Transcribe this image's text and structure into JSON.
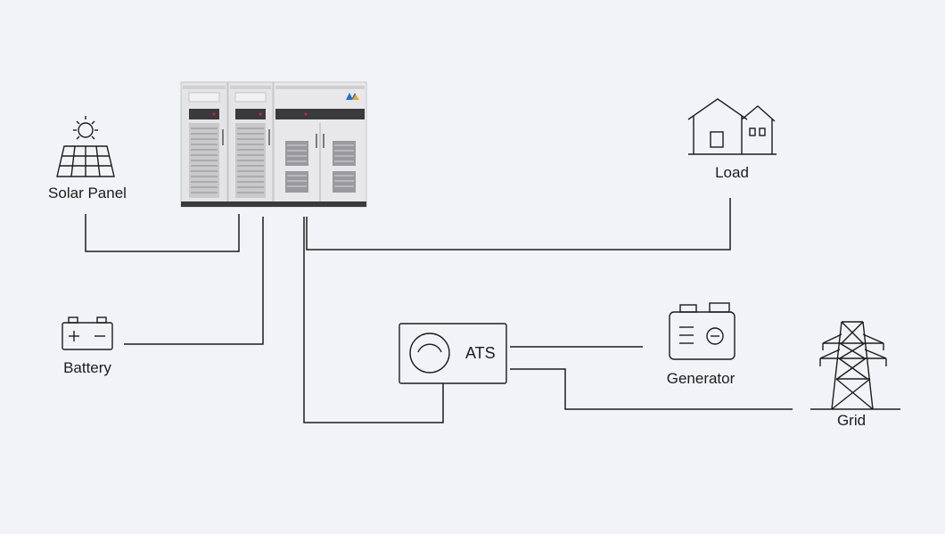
{
  "diagram": {
    "nodes": {
      "solar_panel": {
        "label": "Solar Panel",
        "icon": "solar-panel-icon"
      },
      "battery": {
        "label": "Battery",
        "icon": "battery-icon"
      },
      "load": {
        "label": "Load",
        "icon": "house-icon"
      },
      "ats": {
        "label": "ATS",
        "icon": "ats-dial-icon"
      },
      "generator": {
        "label": "Generator",
        "icon": "generator-icon"
      },
      "grid": {
        "label": "Grid",
        "icon": "transmission-tower-icon"
      },
      "cabinet": {
        "icon": "energy-storage-cabinet"
      }
    },
    "connections": [
      [
        "solar_panel",
        "cabinet"
      ],
      [
        "battery",
        "cabinet"
      ],
      [
        "cabinet",
        "load"
      ],
      [
        "cabinet",
        "ats"
      ],
      [
        "ats",
        "generator"
      ],
      [
        "ats",
        "grid"
      ]
    ],
    "colors": {
      "background": "#f2f3f7",
      "line": "#1c1c1c",
      "cabinet_body": "#e6e6e8",
      "cabinet_dark": "#3a3a3c",
      "indicator": "#d9262c"
    }
  }
}
